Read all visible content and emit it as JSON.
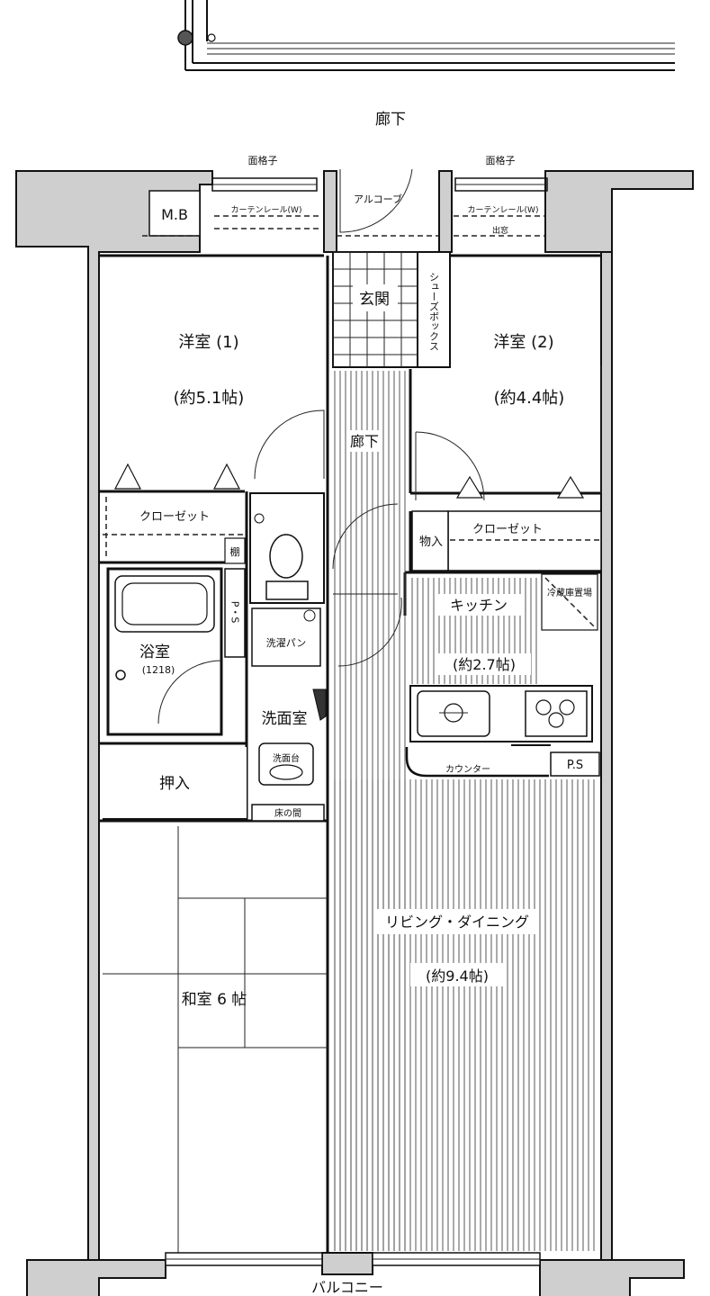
{
  "corridor_top": "廊下",
  "lattice_left": "面格子",
  "lattice_right": "面格子",
  "mb": "M.B",
  "curtain_left": "カーテンレール(W)",
  "curtain_right": "カーテンレール(W)",
  "alcove": "アルコーブ",
  "bay_window": "出窓",
  "entrance": "玄関",
  "shoe_box": "シューズボックス",
  "western1_name": "洋室 (1)",
  "western1_size": "(約5.1帖)",
  "western2_name": "洋室 (2)",
  "western2_size": "(約4.4帖)",
  "hallway": "廊下",
  "closet_left": "クローゼット",
  "closet_right": "クローゼット",
  "shelf": "棚",
  "storage": "物入",
  "ps_left": "P・S",
  "ps_right": "P.S",
  "bath_name": "浴室",
  "bath_size": "(1218)",
  "laundry_pan": "洗濯パン",
  "washroom": "洗面室",
  "vanity": "洗面台",
  "kitchen_name": "キッチン",
  "kitchen_size": "(約2.7帖)",
  "fridge": "冷蔵庫置場",
  "counter": "カウンター",
  "oshiire": "押入",
  "tokonoma": "床の間",
  "living_name": "リビング・ダイニング",
  "living_size": "(約9.4帖)",
  "washitsu": "和室 6 帖",
  "balcony": "バルコニー"
}
